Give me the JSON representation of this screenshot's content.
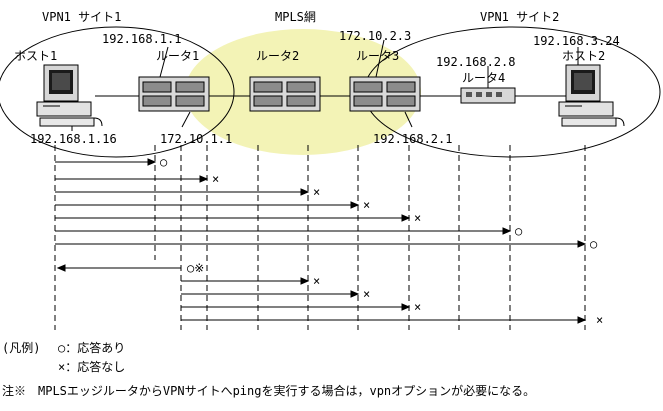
{
  "title_vpn1_site1": "VPN1 サイト1",
  "title_mpls": "MPLS網",
  "title_vpn1_site2": "VPN1 サイト2",
  "nodes": {
    "host1": {
      "label": "ホスト1",
      "ip": "192.168.1.16"
    },
    "router1": {
      "label": "ルータ1",
      "ip_top": "192.168.1.1",
      "ip_bottom": "172.10.1.1"
    },
    "router2": {
      "label": "ルータ2"
    },
    "router3": {
      "label": "ルータ3",
      "ip_top": "172.10.2.3",
      "ip_bottom": "192.168.2.1"
    },
    "router4": {
      "label": "ルータ4",
      "ip_top": "192.168.2.8"
    },
    "host2": {
      "label": "ホスト2",
      "ip": "192.168.3.24"
    }
  },
  "results": {
    "ok": "○",
    "ng": "×",
    "ok_note": "○※"
  },
  "legend": {
    "title": "(凡例)",
    "ok": "○：応答あり",
    "ng": "×：応答なし"
  },
  "note": "注※　MPLSエッジルータからVPNサイトへpingを実行する場合は，vpnオプションが必要になる。",
  "colors": {
    "mpls_fill": "#f3f3b6",
    "router_dark": "#8c8c8c",
    "router_light": "#d8d8d8"
  }
}
